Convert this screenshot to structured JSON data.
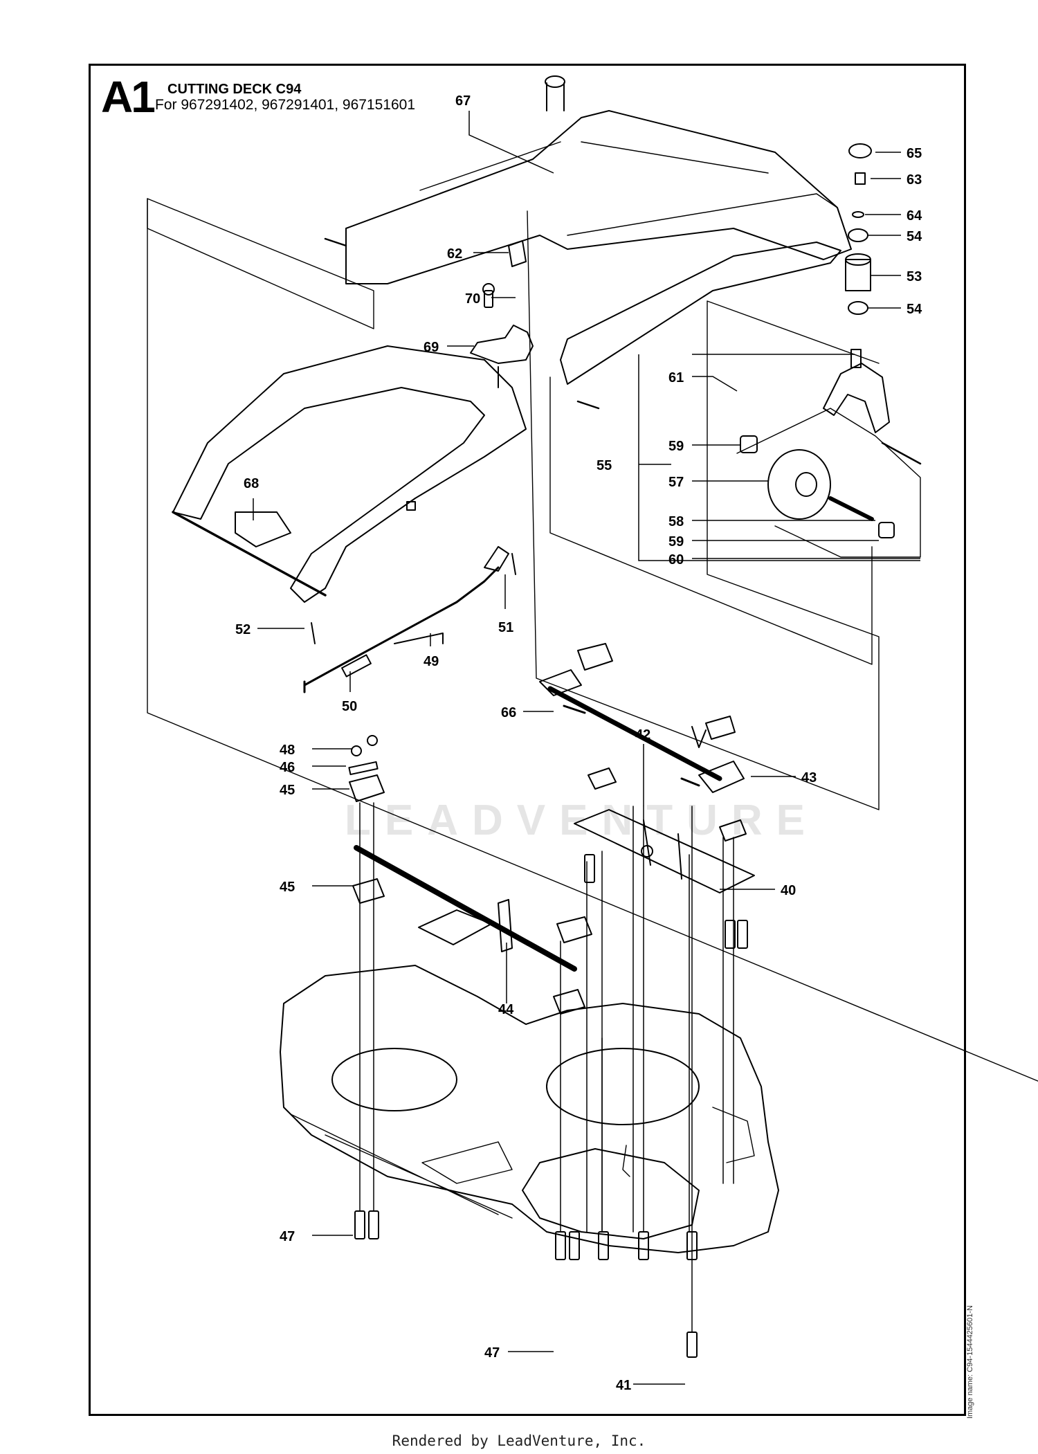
{
  "header": {
    "section_letter": "A1",
    "title": "CUTTING DECK C94",
    "subtitle": "For 967291402, 967291401, 967151601"
  },
  "image_name": "Image name: C94-1544425601-N",
  "watermark": "LEADVENTURE",
  "footer": "Rendered by LeadVenture, Inc.",
  "callouts": [
    {
      "id": "67",
      "label": "67"
    },
    {
      "id": "65",
      "label": "65"
    },
    {
      "id": "63",
      "label": "63"
    },
    {
      "id": "64",
      "label": "64"
    },
    {
      "id": "54a",
      "label": "54"
    },
    {
      "id": "62",
      "label": "62"
    },
    {
      "id": "53",
      "label": "53"
    },
    {
      "id": "70",
      "label": "70"
    },
    {
      "id": "54b",
      "label": "54"
    },
    {
      "id": "69",
      "label": "69"
    },
    {
      "id": "61",
      "label": "61"
    },
    {
      "id": "59a",
      "label": "59"
    },
    {
      "id": "55",
      "label": "55"
    },
    {
      "id": "68",
      "label": "68"
    },
    {
      "id": "57",
      "label": "57"
    },
    {
      "id": "58",
      "label": "58"
    },
    {
      "id": "59b",
      "label": "59"
    },
    {
      "id": "60",
      "label": "60"
    },
    {
      "id": "51",
      "label": "51"
    },
    {
      "id": "52",
      "label": "52"
    },
    {
      "id": "49",
      "label": "49"
    },
    {
      "id": "50",
      "label": "50"
    },
    {
      "id": "66",
      "label": "66"
    },
    {
      "id": "42",
      "label": "42"
    },
    {
      "id": "48",
      "label": "48"
    },
    {
      "id": "43",
      "label": "43"
    },
    {
      "id": "46",
      "label": "46"
    },
    {
      "id": "45a",
      "label": "45"
    },
    {
      "id": "40",
      "label": "40"
    },
    {
      "id": "45b",
      "label": "45"
    },
    {
      "id": "44",
      "label": "44"
    },
    {
      "id": "47a",
      "label": "47"
    },
    {
      "id": "47b",
      "label": "47"
    },
    {
      "id": "41",
      "label": "41"
    }
  ]
}
